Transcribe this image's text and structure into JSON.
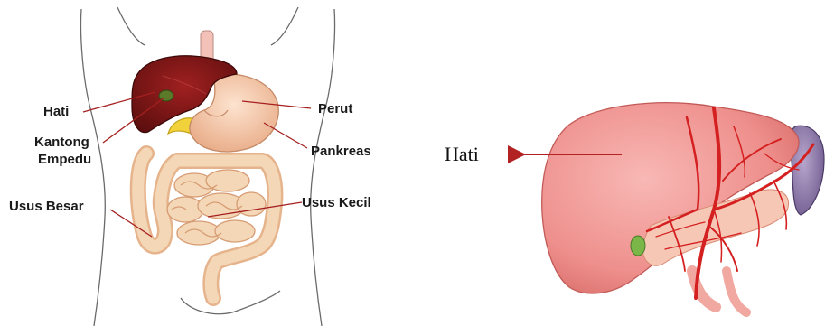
{
  "left_diagram": {
    "labels": {
      "hati": "Hati",
      "kantong": "Kantong",
      "empedu": "Empedu",
      "usus_besar": "Usus Besar",
      "perut": "Perut",
      "pankreas": "Pankreas",
      "usus_kecil": "Usus Kecil"
    }
  },
  "right_diagram": {
    "label": "Hati"
  },
  "colors": {
    "liver_dark": "#7a1414",
    "stomach": "#f6c9a8",
    "pancreas": "#f1d23a",
    "intestine": "#f4d7b6",
    "liver_pink": "#f4a0a0",
    "vessel_red": "#d42020",
    "spleen": "#8e7aa8",
    "arrow": "#b22222",
    "gallbladder": "#7ab648"
  }
}
